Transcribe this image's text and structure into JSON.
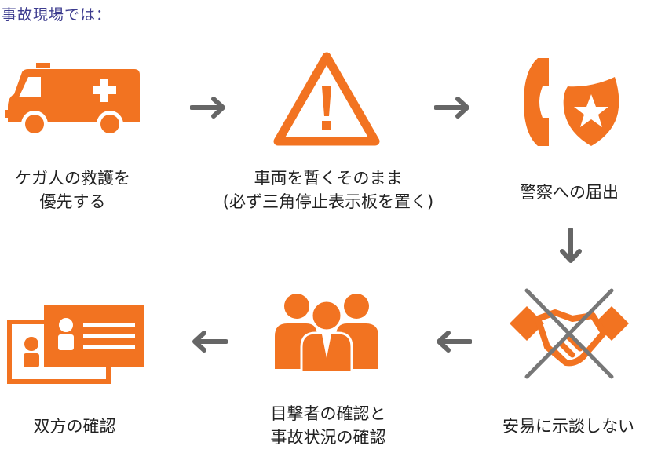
{
  "header": {
    "title": "事故現場では："
  },
  "colors": {
    "accent": "#f27321",
    "arrow": "#666666",
    "title": "#3d3c8f",
    "cross": "#777777"
  },
  "steps": [
    {
      "icon": "ambulance-icon",
      "lines": [
        "ケガ人の救護を",
        "優先する"
      ]
    },
    {
      "icon": "warning-triangle-icon",
      "lines": [
        "車両を暫くそのまま",
        "(必ず三角停止表示板を置く)"
      ]
    },
    {
      "icon": "phone-police-badge-icon",
      "lines": [
        "警察への届出"
      ]
    },
    {
      "icon": "handshake-crossed-icon",
      "lines": [
        "安易に示談しない"
      ]
    },
    {
      "icon": "witnesses-group-icon",
      "lines": [
        "目撃者の確認と",
        "事故状況の確認"
      ]
    },
    {
      "icon": "id-cards-icon",
      "lines": [
        "双方の確認"
      ]
    }
  ]
}
